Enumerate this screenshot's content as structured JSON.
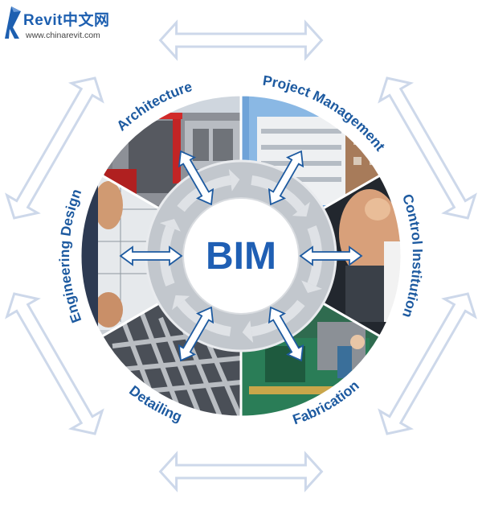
{
  "logo": {
    "title": "Revit中文网",
    "url": "www.chinarevit.com"
  },
  "center": {
    "label": "BIM"
  },
  "segments": [
    {
      "id": "architecture",
      "label": "Architecture"
    },
    {
      "id": "project-management",
      "label": "Project Management"
    },
    {
      "id": "control-institution",
      "label": "Control Institution"
    },
    {
      "id": "fabrication",
      "label": "Fabrication"
    },
    {
      "id": "detailing",
      "label": "Detailing"
    },
    {
      "id": "engineering-design",
      "label": "Engineering Design"
    }
  ],
  "colors": {
    "brand": "#1d5fb0",
    "label": "#1d5aa0",
    "ring": "#c2c7cd",
    "outer_arrows": "#cdd8ea",
    "connector_arrows": "#ffffff"
  },
  "icons": [
    "revit-logo-icon"
  ]
}
